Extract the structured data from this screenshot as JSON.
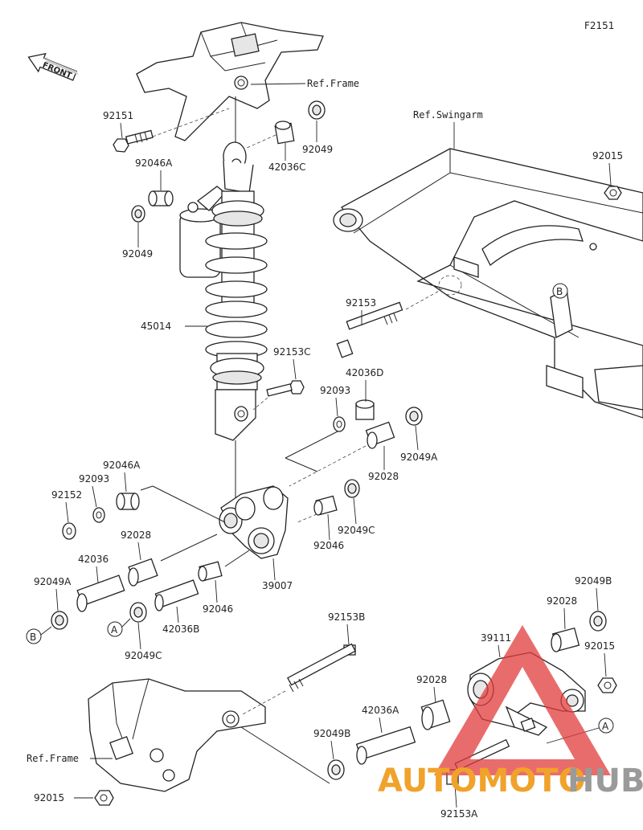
{
  "figure_code": "F2151",
  "front_label": "FRONT",
  "refs": {
    "frame_top": "Ref.Frame",
    "swingarm": "Ref.Swingarm",
    "frame_bottom": "Ref.Frame"
  },
  "parts": {
    "p92151": "92151",
    "p92046A_top": "92046A",
    "p92049_top": "92049",
    "p42036C": "42036C",
    "p92049_left": "92049",
    "p45014": "45014",
    "p92015_top": "92015",
    "p92153": "92153",
    "p92153C": "92153C",
    "p42036D": "42036D",
    "p92093_right": "92093",
    "p92049A_right": "92049A",
    "p92028_mid": "92028",
    "p92046A_mid": "92046A",
    "p92093_left": "92093",
    "p92152": "92152",
    "p92049C_right": "92049C",
    "p92046_right": "92046",
    "p92028_left": "92028",
    "p39007": "39007",
    "p42036": "42036",
    "p92046_mid": "92046",
    "p92049A_left": "92049A",
    "p42036B": "42036B",
    "p92049C_left": "92049C",
    "p92049B_right": "92049B",
    "p92028_bottom_right": "92028",
    "p39111": "39111",
    "p92015_right": "92015",
    "p92153B": "92153B",
    "p92028_bottom": "92028",
    "p42036A": "42036A",
    "p92049B_bottom": "92049B",
    "p92015_bottom": "92015",
    "p92153A": "92153A"
  },
  "callouts": {
    "A": "A",
    "B": "B"
  },
  "watermark": {
    "part1": "AUTOMOTO",
    "part2": "HUB",
    "color_orange": "#f0a22a",
    "color_grey": "#9a9a9a",
    "color_red": "#e23b3b"
  }
}
